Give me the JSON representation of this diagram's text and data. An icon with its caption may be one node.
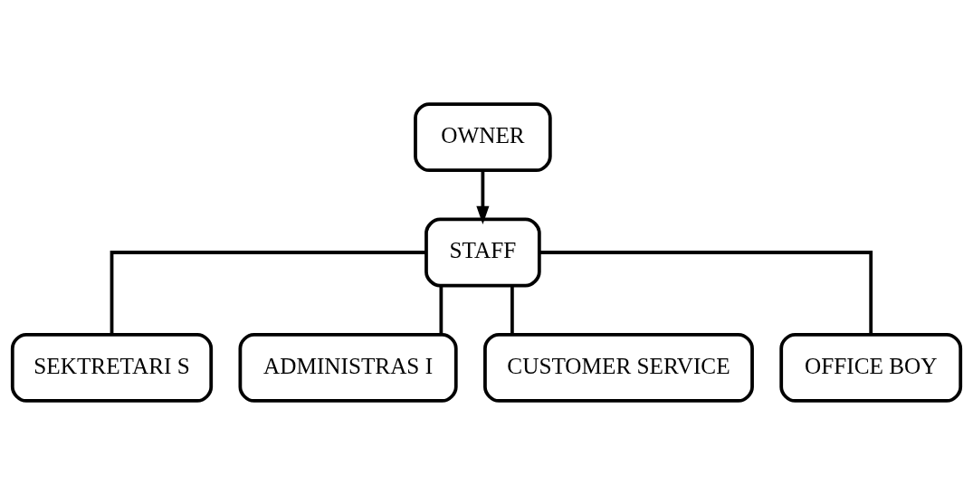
{
  "diagram": {
    "nodes": [
      {
        "text": [
          "OWNER"
        ]
      },
      {
        "text": [
          "STAFF"
        ]
      },
      {
        "text": [
          "SEKTRETARI S"
        ]
      },
      {
        "text": [
          "ADMINISTRAS I"
        ]
      },
      {
        "text": [
          "CUSTOMER SERVICE"
        ]
      },
      {
        "text": [
          "OFFICE BOY"
        ]
      }
    ],
    "edges": [
      {
        "from": 0,
        "to": 1,
        "arrow": "to"
      },
      {
        "from": 1,
        "to": 2,
        "arrow": "none"
      },
      {
        "from": 1,
        "to": 3,
        "arrow": "none"
      },
      {
        "from": 1,
        "to": 4,
        "arrow": "none"
      },
      {
        "from": 1,
        "to": 5,
        "arrow": "none"
      }
    ]
  }
}
